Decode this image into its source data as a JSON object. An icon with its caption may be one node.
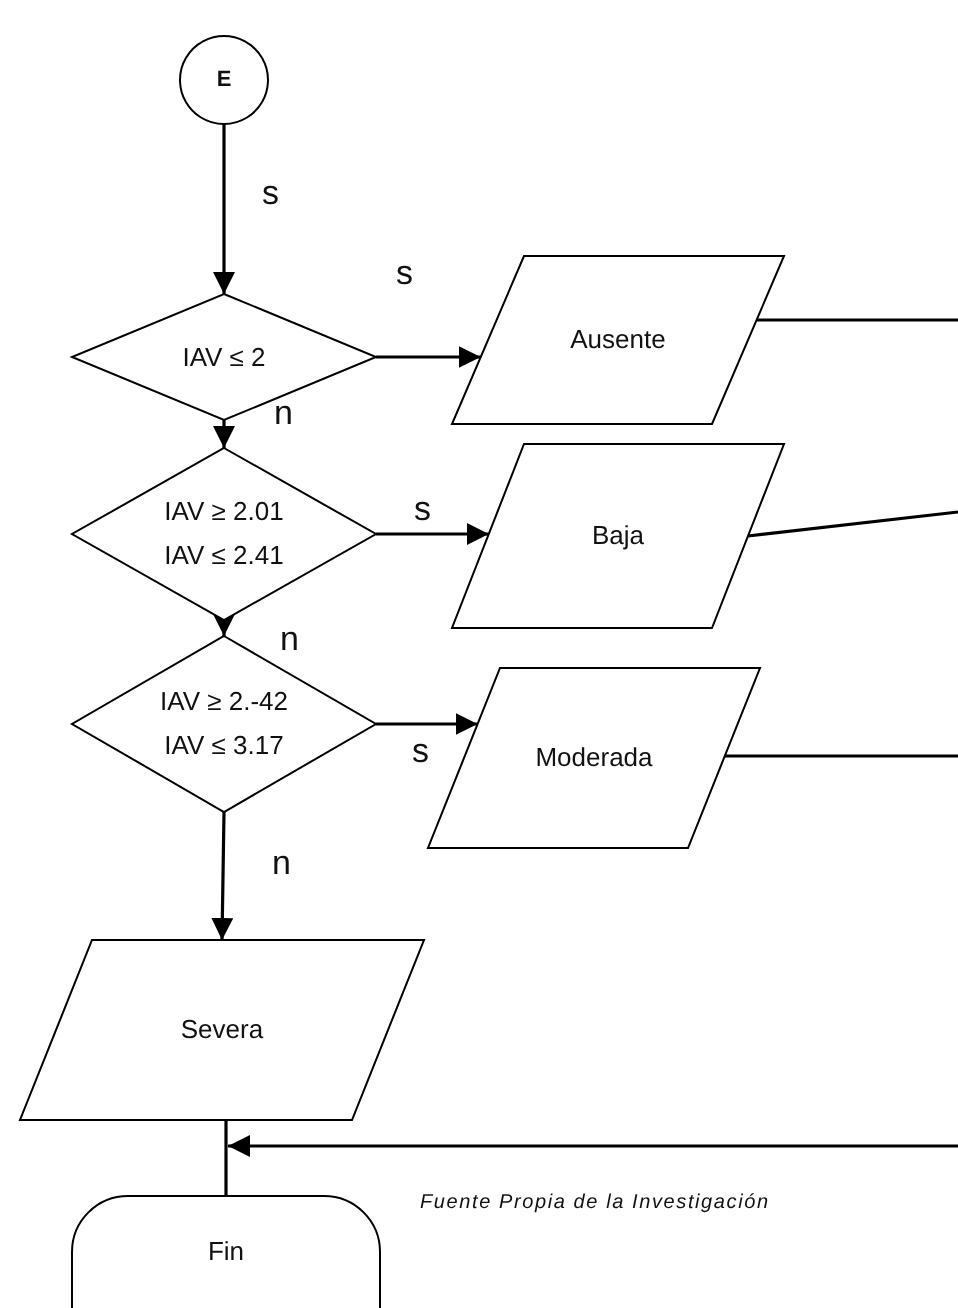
{
  "diagram": {
    "caption": "Fuente Propia de la Investigación",
    "nodes": [
      {
        "text": [
          "E"
        ]
      },
      {
        "text": [
          "IAV ≤  2"
        ]
      },
      {
        "text": [
          "Ausente"
        ]
      },
      {
        "text": [
          "IAV ≥ 2.01 IAV ≤ 2.41"
        ]
      },
      {
        "text": [
          "Baja"
        ]
      },
      {
        "text": [
          "IAV ≥ 2.-42 IAV ≤ 3.17"
        ]
      },
      {
        "text": [
          "Moderada"
        ]
      },
      {
        "text": [
          "Severa"
        ]
      },
      {
        "text": [
          "Fin"
        ]
      }
    ],
    "edges": [
      {
        "from": 0,
        "to": 1,
        "arrow": "to",
        "label": "s"
      },
      {
        "from": 1,
        "to": 2,
        "arrow": "to",
        "label": "s"
      },
      {
        "from": 1,
        "to": 3,
        "arrow": "to",
        "label": "n"
      },
      {
        "from": 3,
        "to": 4,
        "arrow": "to",
        "label": "s"
      },
      {
        "from": 3,
        "to": 5,
        "arrow": "to",
        "label": "n"
      },
      {
        "from": 5,
        "to": 6,
        "arrow": "to",
        "label": "s"
      },
      {
        "from": 5,
        "to": 7,
        "arrow": "to",
        "label": "n"
      },
      {
        "from": 7,
        "to": 8,
        "arrow": "none"
      },
      {
        "from": 2,
        "to": null,
        "arrow": "none"
      },
      {
        "from": 4,
        "to": null,
        "arrow": "none"
      },
      {
        "from": 6,
        "to": null,
        "arrow": "none"
      },
      {
        "from": null,
        "to": 8,
        "arrow": "to"
      }
    ]
  }
}
